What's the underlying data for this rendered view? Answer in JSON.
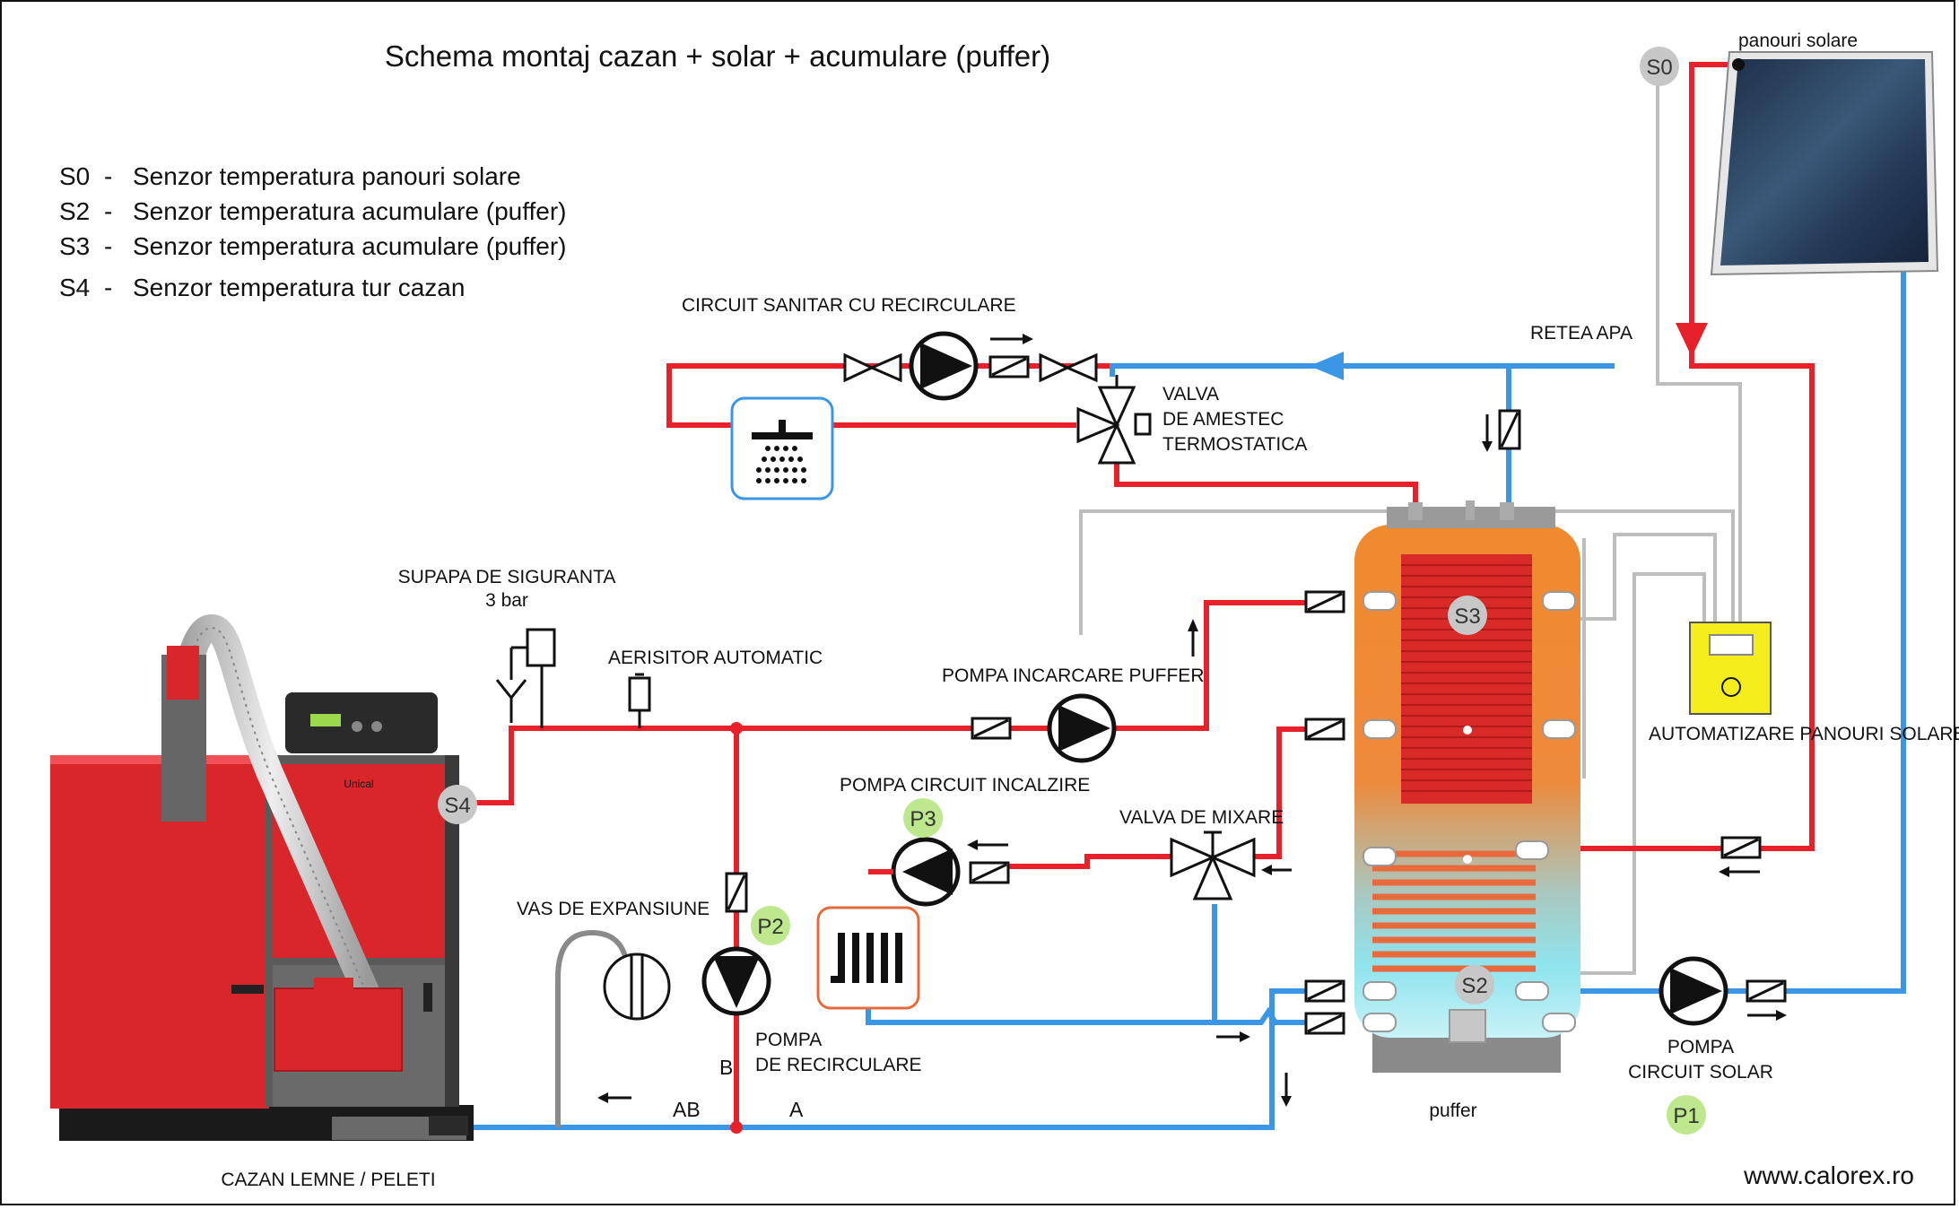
{
  "title": "Schema montaj cazan + solar + acumulare (puffer)",
  "legend": [
    {
      "code": "S0",
      "sep": "-",
      "text": "Senzor temperatura panouri solare"
    },
    {
      "code": "S2",
      "sep": "-",
      "text": "Senzor temperatura acumulare (puffer)"
    },
    {
      "code": "S3",
      "sep": "-",
      "text": "Senzor temperatura acumulare (puffer)"
    },
    {
      "code": "S4",
      "sep": "-",
      "text": "Senzor temperatura tur cazan"
    }
  ],
  "labels": {
    "circuit_sanitar": "CIRCUIT SANITAR CU RECIRCULARE",
    "retea_apa": "RETEA APA",
    "valva_amestec_1": "VALVA",
    "valva_amestec_2": "DE AMESTEC",
    "valva_amestec_3": "TERMOSTATICA",
    "supapa_1": "SUPAPA DE SIGURANTA",
    "supapa_2": "3 bar",
    "aerisitor": "AERISITOR AUTOMATIC",
    "pompa_incarcare": "POMPA INCARCARE PUFFER",
    "pompa_incalzire": "POMPA CIRCUIT INCALZIRE",
    "valva_mixare": "VALVA DE MIXARE",
    "vas_expansiune": "VAS DE EXPANSIUNE",
    "pompa_recirculare_1": "POMPA",
    "pompa_recirculare_2": "DE RECIRCULARE",
    "pompa_solar_1": "POMPA",
    "pompa_solar_2": "CIRCUIT SOLAR",
    "automatizare": "AUTOMATIZARE PANOURI SOLARE",
    "panouri": "panouri solare",
    "puffer": "puffer",
    "cazan": "CAZAN LEMNE / PELETI",
    "brand": "Unical",
    "website": "www.calorex.ro",
    "port_a": "A",
    "port_b": "B",
    "port_ab": "AB"
  },
  "sensors": {
    "s0": "S0",
    "s2": "S2",
    "s3": "S3",
    "s4": "S4"
  },
  "pumps": {
    "p1": "P1",
    "p2": "P2",
    "p3": "P3"
  },
  "colors": {
    "hot_pipe": "#e8202a",
    "cold_pipe": "#3c96e6",
    "signal_wire": "#bdbdbd",
    "sensor_badge": "#c7c7c7",
    "pump_badge": "#bde88d",
    "boiler_body": "#d8262b",
    "controller": "#f5ec1c"
  }
}
